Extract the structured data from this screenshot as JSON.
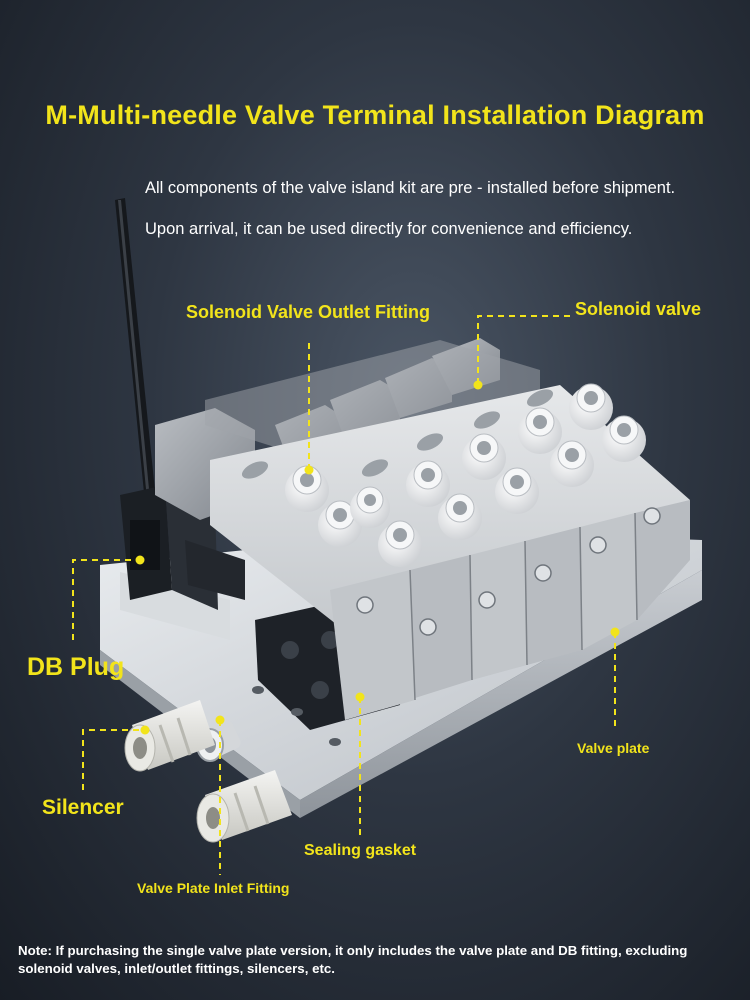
{
  "title": "M-Multi-needle Valve Terminal Installation Diagram",
  "intro": {
    "line1": "All components of the valve island kit are pre - installed before shipment.",
    "line2": "Upon arrival, it can be used directly for convenience and efficiency."
  },
  "labels": {
    "outlet_fitting": "Solenoid Valve Outlet Fitting",
    "solenoid_valve": "Solenoid valve",
    "db_plug": "DB Plug",
    "silencer": "Silencer",
    "valve_plate": "Valve plate",
    "sealing_gasket": "Sealing gasket",
    "inlet_fitting": "Valve Plate Inlet Fitting"
  },
  "note": "Note: If purchasing the single valve plate version, it only includes the valve plate and DB fitting, excluding solenoid valves, inlet/outlet fittings, silencers, etc.",
  "colors": {
    "accent": "#f2e41b",
    "text": "#ffffff",
    "background": "#2e3642"
  }
}
